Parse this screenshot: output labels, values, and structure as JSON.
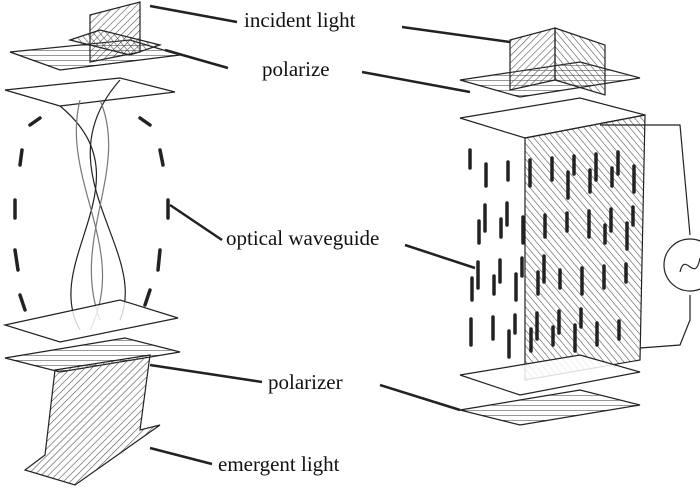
{
  "labels": {
    "incident_light": "incident light",
    "polarize": "polarize",
    "optical_waveguide": "optical waveguide",
    "polarizer": "polarizer",
    "emergent_light": "emergent light"
  },
  "colors": {
    "ink": "#222222",
    "plate": "#ffffff",
    "hatch": "#555555"
  },
  "icons": [
    "ac-source-icon"
  ]
}
